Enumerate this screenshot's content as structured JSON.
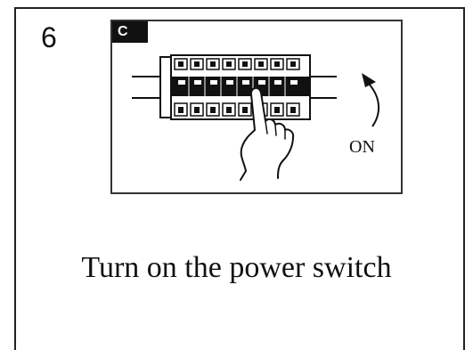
{
  "step": {
    "number": "6",
    "panel_tag": "C",
    "on_label": "ON",
    "caption": "Turn on the power switch"
  },
  "icons": {
    "illustration": "circuit-breaker-hand-icon",
    "arrow": "curved-arrow-up-icon"
  }
}
